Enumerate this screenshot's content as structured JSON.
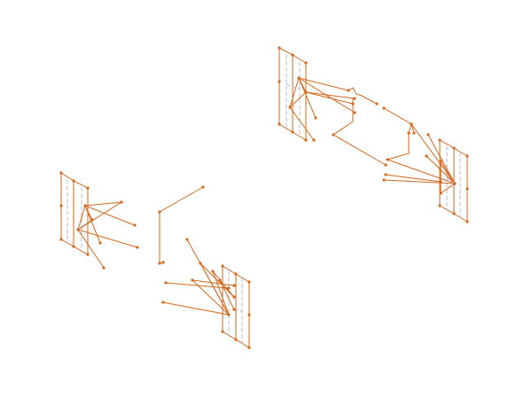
{
  "diagram": {
    "kind": "isometric wireframe",
    "background": "#ffffff",
    "stroke_color": "#d2691e",
    "dash_color": "#b8b8c8",
    "clusters": [
      "cluster-left",
      "cluster-center-bottom",
      "cluster-top-center",
      "cluster-right"
    ]
  }
}
